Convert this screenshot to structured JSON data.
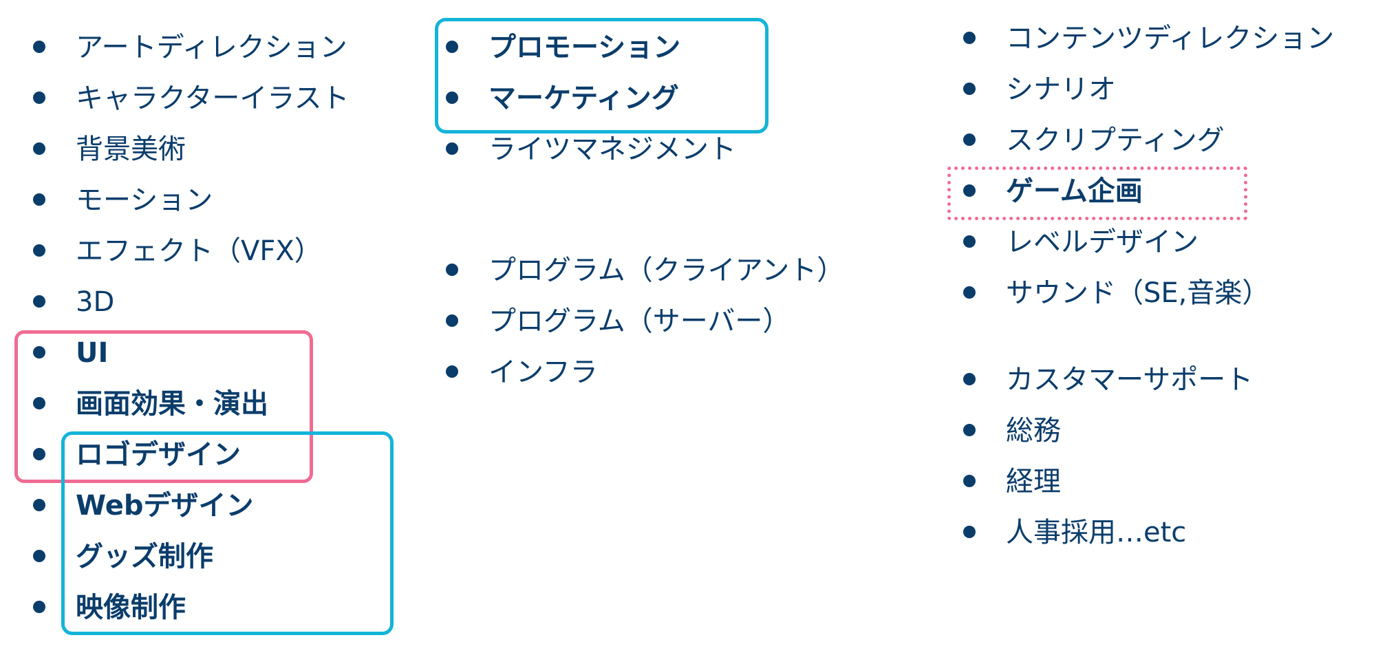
{
  "colors": {
    "text": "#0b3d6b",
    "pink_frame": "#f06b92",
    "blue_frame": "#14b4d9"
  },
  "columns": [
    {
      "items": [
        {
          "label": "アートディレクション",
          "bold": false
        },
        {
          "label": "キャラクターイラスト",
          "bold": false
        },
        {
          "label": "背景美術",
          "bold": false
        },
        {
          "label": "モーション",
          "bold": false
        },
        {
          "label": "エフェクト（VFX）",
          "bold": false
        },
        {
          "label": "3D",
          "bold": false
        },
        {
          "label": "UI",
          "bold": true
        },
        {
          "label": "画面効果・演出",
          "bold": true
        },
        {
          "label": "ロゴデザイン",
          "bold": true
        },
        {
          "label": "Webデザイン",
          "bold": true
        },
        {
          "label": "グッズ制作",
          "bold": true
        },
        {
          "label": "映像制作",
          "bold": true
        }
      ]
    },
    {
      "items": [
        {
          "label": "プロモーション",
          "bold": true
        },
        {
          "label": "マーケティング",
          "bold": true
        },
        {
          "label": "ライツマネジメント",
          "bold": false
        },
        {
          "label": "プログラム（クライアント）",
          "bold": false
        },
        {
          "label": "プログラム（サーバー）",
          "bold": false
        },
        {
          "label": "インフラ",
          "bold": false
        }
      ]
    },
    {
      "items": [
        {
          "label": "コンテンツディレクション",
          "bold": false
        },
        {
          "label": "シナリオ",
          "bold": false
        },
        {
          "label": "スクリプティング",
          "bold": false
        },
        {
          "label": "ゲーム企画",
          "bold": true
        },
        {
          "label": "レベルデザイン",
          "bold": false
        },
        {
          "label": "サウンド（SE,音楽）",
          "bold": false
        },
        {
          "label": "カスタマーサポート",
          "bold": false
        },
        {
          "label": "総務",
          "bold": false
        },
        {
          "label": "経理",
          "bold": false
        },
        {
          "label": "人事採用…etc",
          "bold": false
        }
      ]
    }
  ]
}
